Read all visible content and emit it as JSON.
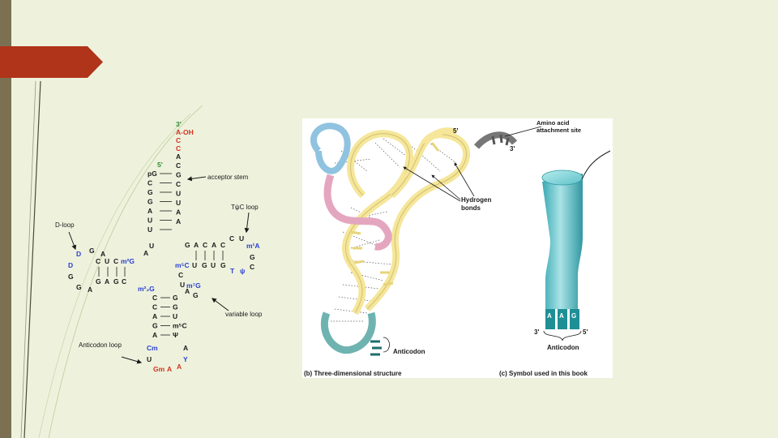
{
  "colors": {
    "background": "#eef2dd",
    "left_bar": "#7b7052",
    "accent_tab": "#b0341a",
    "black": "#1a1a1a",
    "blue": "#2a3fd0",
    "red": "#d4321e",
    "green": "#2f8a2f",
    "trna_yellow": "#f5e69a",
    "trna_pink": "#e4a6bf",
    "trna_blue": "#8fc3e0",
    "trna_teal": "#6fb3b1",
    "symbol_teal": "#4cb7bf"
  },
  "panel_a": {
    "three_prime": "3'",
    "five_prime": "5'",
    "tail": [
      {
        "t": "A-OH",
        "c": "red"
      },
      {
        "t": "C",
        "c": "red"
      },
      {
        "t": "C",
        "c": "red"
      },
      {
        "t": "A",
        "c": "black"
      }
    ],
    "stem_top_left": [
      "pG",
      "C",
      "G",
      "G",
      "A",
      "U",
      "U"
    ],
    "stem_top_right": [
      "C",
      "G",
      "C",
      "U",
      "U",
      "A",
      "A"
    ],
    "acceptor_stem_label": "acceptor stem",
    "tpsic_loop_label": "TψC loop",
    "d_loop_label": "D-loop",
    "variable_loop_label": "variable loop",
    "anticodon_loop_label": "Anticodon loop",
    "d_arm": {
      "row1": [
        "C",
        "U",
        "C",
        "m²G"
      ],
      "row2": [
        "G",
        "A",
        "G",
        "C"
      ],
      "loop_left": [
        "D",
        "D",
        "G"
      ],
      "loop_top": [
        "G",
        "A"
      ],
      "loop_bot": [
        "G",
        "A"
      ],
      "u1": "U",
      "a1": "A",
      "m22g": "m²₂G"
    },
    "t_arm": {
      "row1": [
        "G",
        "A",
        "C",
        "A",
        "C"
      ],
      "row2": [
        "m⁵C",
        "U",
        "G",
        "U",
        "G"
      ],
      "cu": [
        "C",
        "U"
      ],
      "m1a": "m¹A",
      "g": "G",
      "c": "C",
      "t": "T",
      "psi": "ψ"
    },
    "junction": {
      "u": "U",
      "c": "C",
      "u2": "U",
      "m7g": "m⁷G",
      "a": "A",
      "g": "G"
    },
    "anticodon_stem_left": [
      "C",
      "C",
      "A",
      "G",
      "A"
    ],
    "anticodon_stem_right": [
      "G",
      "G",
      "U",
      "m⁵C",
      "Ψ"
    ],
    "anticodon_loop": {
      "cm": "Cm",
      "u": "U",
      "gm": "Gm",
      "a_red": "A",
      "a": "A",
      "y": "Y",
      "a2": "A"
    }
  },
  "panel_b": {
    "five_prime": "5'",
    "three_prime": "3'",
    "hydrogen_bonds_label": "Hydrogen bonds",
    "anticodon_label": "Anticodon",
    "caption": "(b) Three-dimensional structure"
  },
  "panel_c": {
    "amino_acid_label": "Amino acid attachment site",
    "bases": [
      "A",
      "A",
      "G"
    ],
    "three_prime": "3'",
    "five_prime": "5'",
    "anticodon_label": "Anticodon",
    "caption": "(c) Symbol used in this book"
  }
}
